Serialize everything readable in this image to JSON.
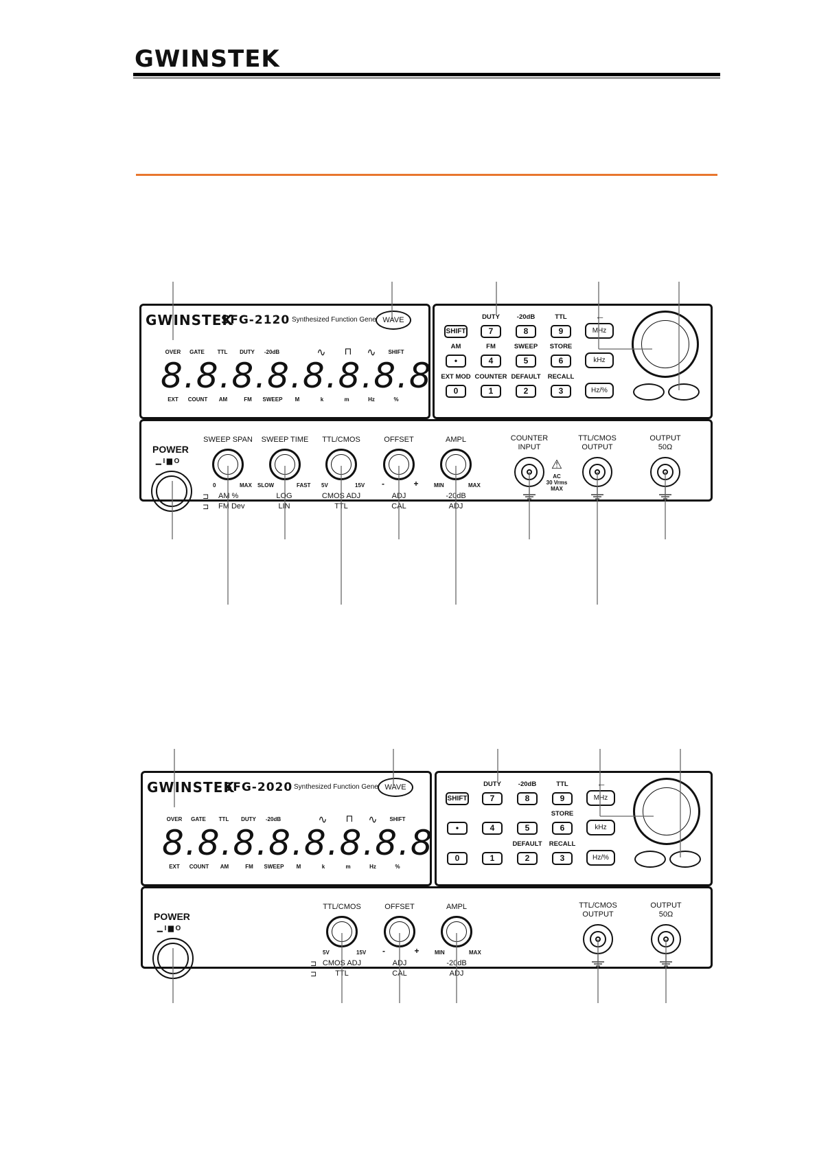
{
  "header": {
    "logo_text": "GWINSTEK"
  },
  "panel_a": {
    "brand": "GWINSTEK",
    "model": "SFG-2120",
    "subtitle": "Synthesized Function Generator",
    "wave_label": "WAVE",
    "display_digits": "8.8.8.8.8.8.8.8.8.8.",
    "top_indicators": [
      "OVER",
      "GATE",
      "TTL",
      "DUTY",
      "-20dB",
      "∿",
      "⊓",
      "∿",
      "SHIFT"
    ],
    "bottom_indicators": [
      "EXT",
      "COUNT",
      "AM",
      "FM",
      "SWEEP",
      "M",
      "k",
      "m",
      "Hz",
      "%"
    ],
    "key_annotations_row1": [
      "DUTY",
      "-20dB",
      "TTL"
    ],
    "key_annotations_row2": [
      "AM",
      "FM",
      "SWEEP",
      "STORE"
    ],
    "key_annotations_row3": [
      "EXT MOD",
      "COUNTER",
      "DEFAULT",
      "RECALL"
    ],
    "keys_row1": [
      "SHIFT",
      "7",
      "8",
      "9"
    ],
    "keys_row2": [
      "•",
      "4",
      "5",
      "6"
    ],
    "keys_row3": [
      "0",
      "1",
      "2",
      "3"
    ],
    "unit_keys": [
      "MHz",
      "kHz",
      "Hz/%"
    ],
    "arrow_label": "←",
    "power_label": "POWER",
    "power_symbols": "▁ I  ▆ O",
    "knobs": [
      {
        "name": "SWEEP SPAN",
        "left": "0",
        "right": "MAX",
        "line1": "AM %",
        "line2": "FM Dev"
      },
      {
        "name": "SWEEP TIME",
        "left": "SLOW",
        "right": "FAST",
        "line1": "LOG",
        "line2": "LIN"
      },
      {
        "name": "TTL/CMOS",
        "left": "5V",
        "right": "15V",
        "line1": "CMOS ADJ",
        "line2": "TTL"
      },
      {
        "name": "OFFSET",
        "left": "-",
        "right": "+",
        "line1": "ADJ",
        "line2": "CAL"
      },
      {
        "name": "AMPL",
        "left": "MIN",
        "right": "MAX",
        "line1": "-20dB",
        "line2": "ADJ"
      }
    ],
    "connectors": [
      {
        "line1": "COUNTER",
        "line2": "INPUT"
      },
      {
        "line1": "TTL/CMOS",
        "line2": "OUTPUT"
      },
      {
        "line1": "OUTPUT",
        "line2": "50Ω"
      }
    ],
    "warning": {
      "line1": "AC",
      "line2": "30 Vrms",
      "line3": "MAX"
    }
  },
  "panel_b": {
    "brand": "GWINSTEK",
    "model": "SFG-2020",
    "subtitle": "Synthesized Function Generator",
    "wave_label": "WAVE",
    "display_digits": "8.8.8.8.8.8.8.8.8.8.",
    "top_indicators": [
      "OVER",
      "GATE",
      "TTL",
      "DUTY",
      "-20dB",
      "∿",
      "⊓",
      "∿",
      "SHIFT"
    ],
    "bottom_indicators": [
      "EXT",
      "COUNT",
      "AM",
      "FM",
      "SWEEP",
      "M",
      "k",
      "m",
      "Hz",
      "%"
    ],
    "key_annotations_row1": [
      "DUTY",
      "-20dB",
      "TTL"
    ],
    "key_annotations_row2": [
      "STORE"
    ],
    "key_annotations_row3": [
      "DEFAULT",
      "RECALL"
    ],
    "keys_row1": [
      "SHIFT",
      "7",
      "8",
      "9"
    ],
    "keys_row2": [
      "•",
      "4",
      "5",
      "6"
    ],
    "keys_row3": [
      "0",
      "1",
      "2",
      "3"
    ],
    "unit_keys": [
      "MHz",
      "kHz",
      "Hz/%"
    ],
    "arrow_label": "←",
    "power_label": "POWER",
    "power_symbols": "▁ I  ▆ O",
    "knobs": [
      {
        "name": "TTL/CMOS",
        "left": "5V",
        "right": "15V",
        "line1": "CMOS ADJ",
        "line2": "TTL"
      },
      {
        "name": "OFFSET",
        "left": "-",
        "right": "+",
        "line1": "ADJ",
        "line2": "CAL"
      },
      {
        "name": "AMPL",
        "left": "MIN",
        "right": "MAX",
        "line1": "-20dB",
        "line2": "ADJ"
      }
    ],
    "connectors": [
      {
        "line1": "TTL/CMOS",
        "line2": "OUTPUT"
      },
      {
        "line1": "OUTPUT",
        "line2": "50Ω"
      }
    ]
  }
}
